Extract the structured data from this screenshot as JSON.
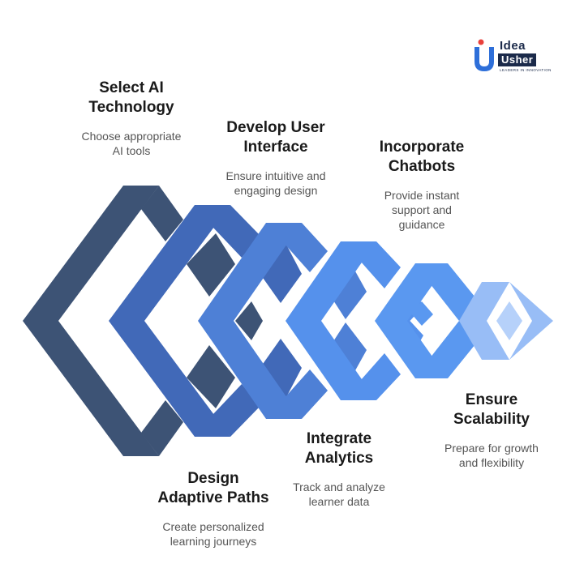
{
  "logo": {
    "word1": "Idea",
    "word2": "Usher",
    "tagline": "LEADERS IN INNOVATION"
  },
  "colors": {
    "step1": "#3d5375",
    "step2": "#4169b8",
    "step3": "#4e80d6",
    "step4": "#5591ec",
    "step5": "#5a98f0",
    "step6": "#98bdf6"
  },
  "steps": [
    {
      "title_line1": "Select AI",
      "title_line2": "Technology",
      "desc_line1": "Choose appropriate",
      "desc_line2": "AI tools"
    },
    {
      "title_line1": "Design",
      "title_line2": "Adaptive Paths",
      "desc_line1": "Create personalized",
      "desc_line2": "learning journeys"
    },
    {
      "title_line1": "Develop User",
      "title_line2": "Interface",
      "desc_line1": "Ensure intuitive and",
      "desc_line2": "engaging design"
    },
    {
      "title_line1": "Integrate",
      "title_line2": "Analytics",
      "desc_line1": "Track and analyze",
      "desc_line2": "learner data"
    },
    {
      "title_line1": "Incorporate",
      "title_line2": "Chatbots",
      "desc_line1": "Provide instant",
      "desc_line2": "support and",
      "desc_line3": "guidance"
    },
    {
      "title_line1": "Ensure",
      "title_line2": "Scalability",
      "desc_line1": "Prepare for growth",
      "desc_line2": "and flexibility"
    }
  ]
}
